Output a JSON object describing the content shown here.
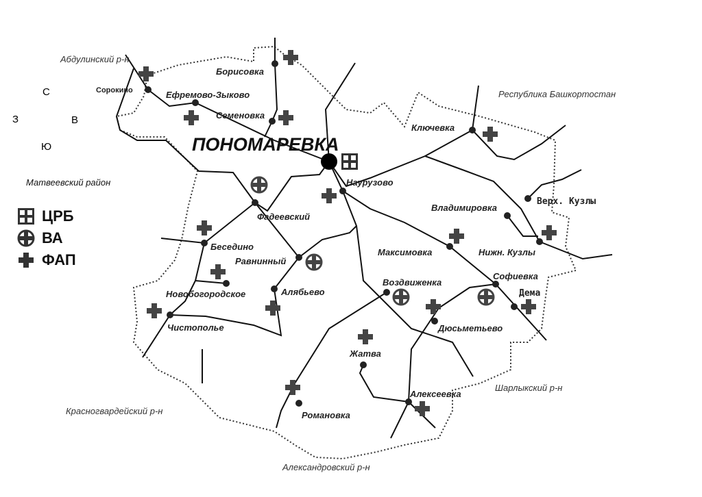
{
  "center": {
    "name": "ПОНОМАРЕВКА"
  },
  "compass": {
    "north": "С",
    "west": "З",
    "east": "В",
    "south": "Ю"
  },
  "regions": [
    "Абдулинский р-н",
    "Республика Башкортостан",
    "Матвеевский район",
    "Шарлыкский р-н",
    "Красногвардейский р-н",
    "Александровский р-н"
  ],
  "legend": [
    {
      "symbol": "hospital-square-cross-icon",
      "label": "ЦРБ"
    },
    {
      "symbol": "circle-cross-icon",
      "label": "ВА"
    },
    {
      "symbol": "plus-icon",
      "label": "ФАП"
    }
  ],
  "settlements": [
    "Борисовка",
    "Сорокино",
    "Ефремово-Зыково",
    "Семеновка",
    "Наурузово",
    "Фадеевский",
    "Беседино",
    "Равнинный",
    "Новобогородское",
    "Алябьево",
    "Чистополье",
    "Ключевка",
    "Верх. Кузлы",
    "Владимировка",
    "Нижн. Кузлы",
    "Максимовка",
    "Софиевка",
    "Дема",
    "Воздвиженка",
    "Дюсьметьево",
    "Жатва",
    "Алексеевка",
    "Романовка"
  ],
  "colors": {
    "ink": "#111111",
    "symbol": "#444444"
  }
}
